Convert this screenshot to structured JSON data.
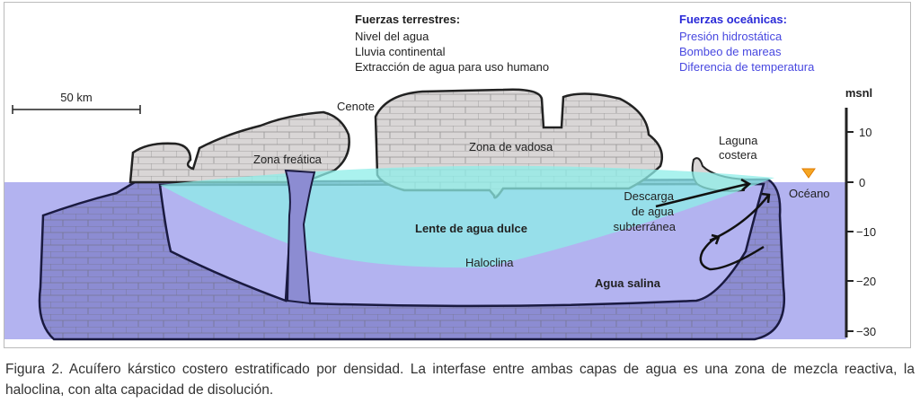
{
  "terrestrial": {
    "title": "Fuerzas terrestres:",
    "items": [
      "Nivel del agua",
      "Lluvia continental",
      "Extracción de agua para uso humano"
    ]
  },
  "oceanic": {
    "title": "Fuerzas oceánicas:",
    "items": [
      "Presión hidrostática",
      "Bombeo de mareas",
      "Diferencia de temperatura"
    ]
  },
  "scale_bar": "50 km",
  "labels": {
    "cenote": "Cenote",
    "zona_freatica": "Zona freática",
    "zona_vadosa": "Zona de vadosa",
    "laguna1": "Laguna",
    "laguna2": "costera",
    "descarga1": "Descarga",
    "descarga2": "de agua",
    "descarga3": "subterránea",
    "oceano": "Océano",
    "lente": "Lente de agua dulce",
    "haloclina": "Haloclina",
    "agua_salina": "Agua salina"
  },
  "axis": {
    "title": "msnl",
    "ticks": [
      "10",
      "0",
      "−10",
      "−20",
      "−30"
    ]
  },
  "colors": {
    "salt_water": "#b3b3f0",
    "fresh_water": "#8eeee8",
    "rock": "#d9d6d6",
    "rock_submerged": "#8c8cd2",
    "ocean_marker": "#f5a623"
  },
  "caption": "Figura 2. Acuífero kárstico costero estratificado por densidad. La interfase entre ambas capas de agua es una zona de mezcla reactiva, la haloclina, con alta capacidad de disolución."
}
